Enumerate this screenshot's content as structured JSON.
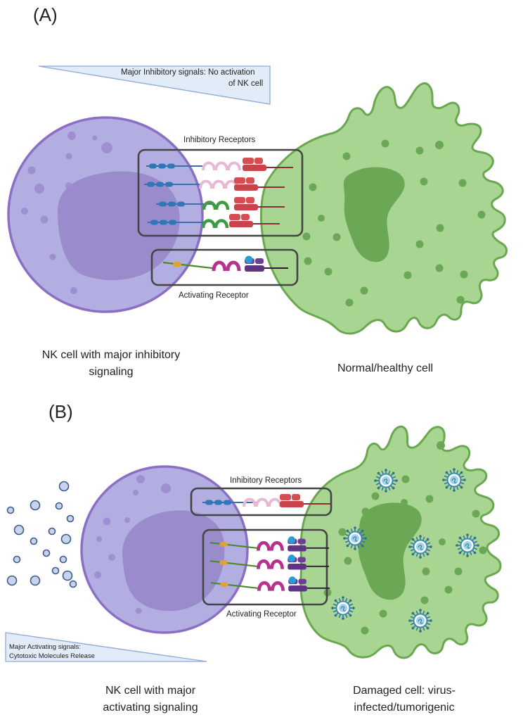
{
  "colors": {
    "nk_cell": "#b3aee2",
    "nk_nucleus": "#9a8ccc",
    "nk_outline": "#8b6fc4",
    "target_cell": "#a8d692",
    "target_outline": "#6aa84f",
    "target_nucleus": "#6aa855",
    "inhibitory_ligand": "#d64d52",
    "activating_ligand": "#6f3d93",
    "activating_receptor": "#b5338f",
    "virus": "#5aa6c9",
    "triangle": "#e2ebf8"
  },
  "panel_a": {
    "label": "(A)",
    "signal_text_line1": "Major Inhibitory signals: No activation",
    "signal_text_line2": "of NK cell",
    "inhibitory_box_label": "Inhibitory Receptors",
    "activating_box_label": "Activating Receptor",
    "nk_caption_line1": "NK cell with major inhibitory",
    "nk_caption_line2": "signaling",
    "target_caption": "Normal/healthy cell"
  },
  "panel_b": {
    "label": "(B)",
    "signal_text_line1": "Major Activating signals:",
    "signal_text_line2": "Cytotoxic Molecules Release",
    "inhibitory_box_label": "Inhibitory Receptors",
    "activating_box_label": "Activating Receptor",
    "nk_caption_line1": "NK cell with major",
    "nk_caption_line2": "activating signaling",
    "target_caption_line1": "Damaged cell: virus-",
    "target_caption_line2": "infected/tumorigenic"
  }
}
